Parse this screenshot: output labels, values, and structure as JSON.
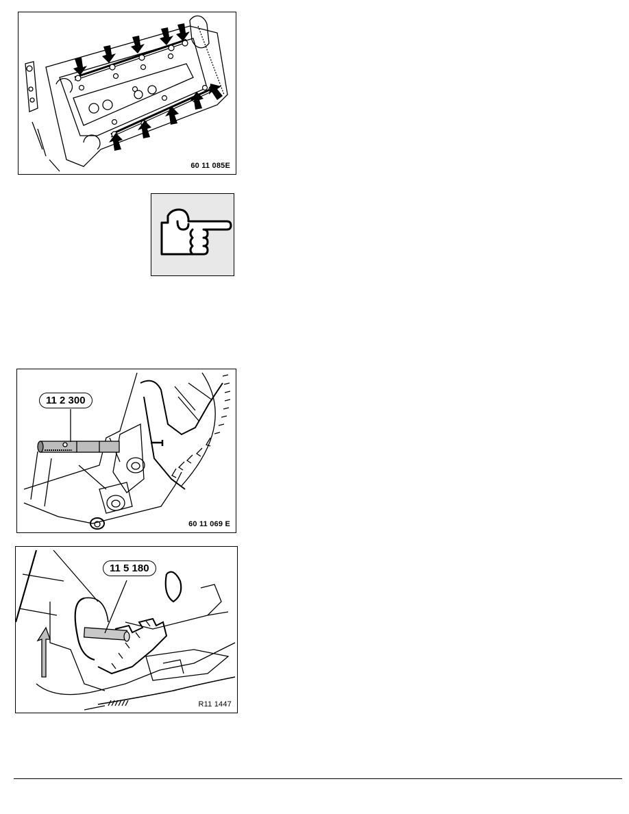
{
  "page": {
    "background": "#ffffff",
    "footer_rule": true
  },
  "figures": [
    {
      "id": "fig1",
      "code": "60 11 085E",
      "subject": "cylinder head with camshaft bearing cap bolts marked by arrows",
      "arrow_count": 10
    },
    {
      "id": "note",
      "icon": "pointing-hand-icon",
      "background": "#e8e8e8"
    },
    {
      "id": "fig3",
      "code": "60 11 069 E",
      "tool_label": "11 2 300",
      "subject": "special tool pin inserted into flywheel housing to lock flywheel"
    },
    {
      "id": "fig4",
      "code": "R11 1447",
      "tool_label": "11 5 180",
      "subject": "locking pin inserted through housing into flywheel teeth, arrow indicating position"
    }
  ],
  "text_column": {
    "content": ""
  }
}
